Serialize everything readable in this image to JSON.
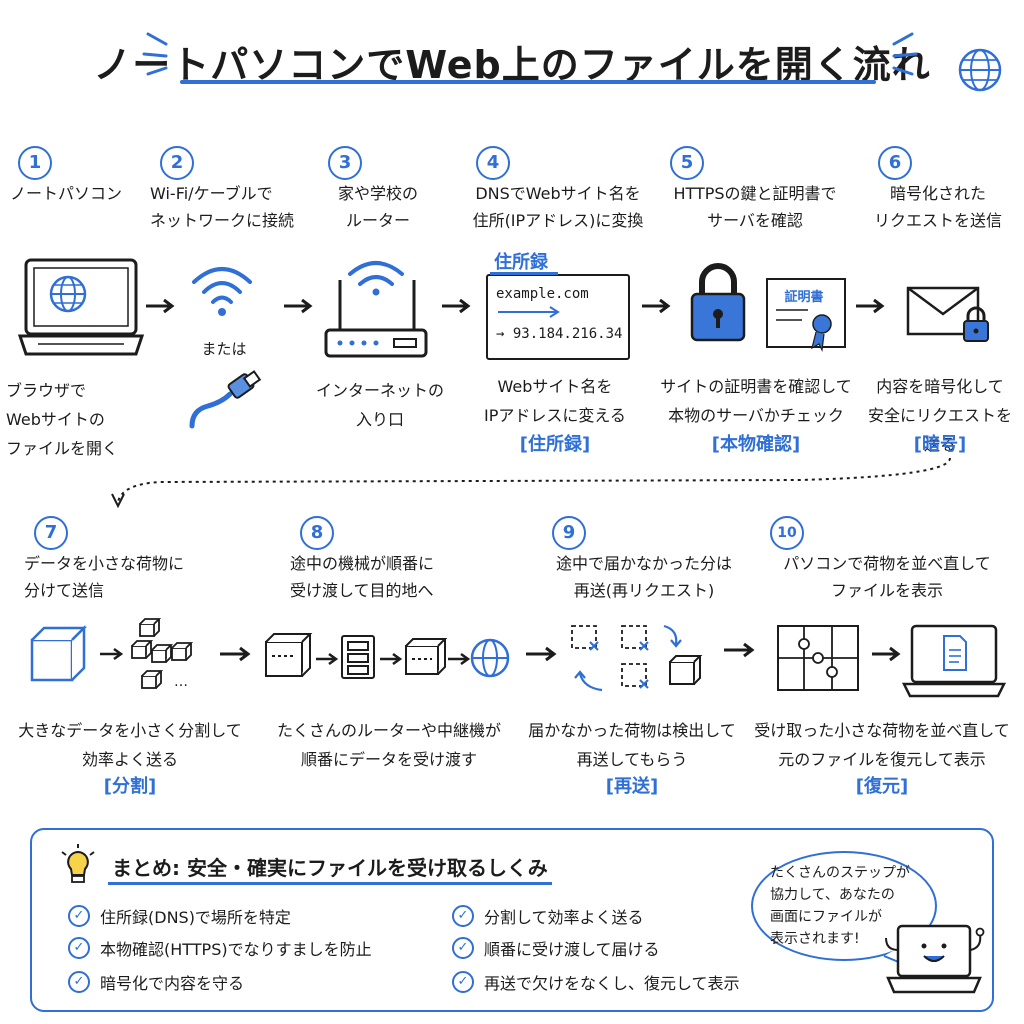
{
  "title": "ノートパソコンでWeb上のファイルを開く流れ",
  "steps": [
    {
      "num": "1",
      "label": "ノートパソコン",
      "caption": "ブラウザで\nWebサイトの\nファイルを開く"
    },
    {
      "num": "2",
      "label": "Wi-Fi/ケーブルで\nネットワークに接続",
      "or_text": "または"
    },
    {
      "num": "3",
      "label": "家や学校の\nルーター",
      "caption": "インターネットの\n入り口"
    },
    {
      "num": "4",
      "label": "DNSでWebサイト名を\n住所(IPアドレス)に変換",
      "caption": "Webサイト名を\nIPアドレスに変える",
      "tag": "[住所録]",
      "book_title": "住所録",
      "domain": "example.com",
      "ip": "→ 93.184.216.34"
    },
    {
      "num": "5",
      "label": "HTTPSの鍵と証明書で\nサーバを確認",
      "caption": "サイトの証明書を確認して\n本物のサーバかチェック",
      "tag": "[本物確認]",
      "cert_title": "証明書"
    },
    {
      "num": "6",
      "label": "暗号化された\nリクエストを送信",
      "caption": "内容を暗号化して\n安全にリクエストを送る",
      "tag": "[暗号]"
    },
    {
      "num": "7",
      "label": "データを小さな荷物に\n分けて送信",
      "caption": "大きなデータを小さく分割して\n効率よく送る",
      "tag": "[分割]"
    },
    {
      "num": "8",
      "label": "途中の機械が順番に\n受け渡して目的地へ",
      "caption": "たくさんのルーターや中継機が\n順番にデータを受け渡す"
    },
    {
      "num": "9",
      "label": "途中で届かなかった分は\n再送(再リクエスト)",
      "caption": "届かなかった荷物は検出して\n再送してもらう",
      "tag": "[再送]"
    },
    {
      "num": "10",
      "label": "パソコンで荷物を並べ直して\nファイルを表示",
      "caption": "受け取った小さな荷物を並べ直して\n元のファイルを復元して表示",
      "tag": "[復元]"
    }
  ],
  "summary": {
    "title": "まとめ: 安全・確実にファイルを受け取るしくみ",
    "items_left": [
      "住所録(DNS)で場所を特定",
      "本物確認(HTTPS)でなりすましを防止",
      "暗号化で内容を守る"
    ],
    "items_right": [
      "分割して効率よく送る",
      "順番に受け渡して届ける",
      "再送で欠けをなくし、復元して表示"
    ],
    "bubble": "たくさんのステップが\n協力して、あなたの\n画面にファイルが\n表示されます!"
  },
  "colors": {
    "accent": "#2f6fd6",
    "ink": "#1c1c1c",
    "paper": "#ffffff"
  }
}
